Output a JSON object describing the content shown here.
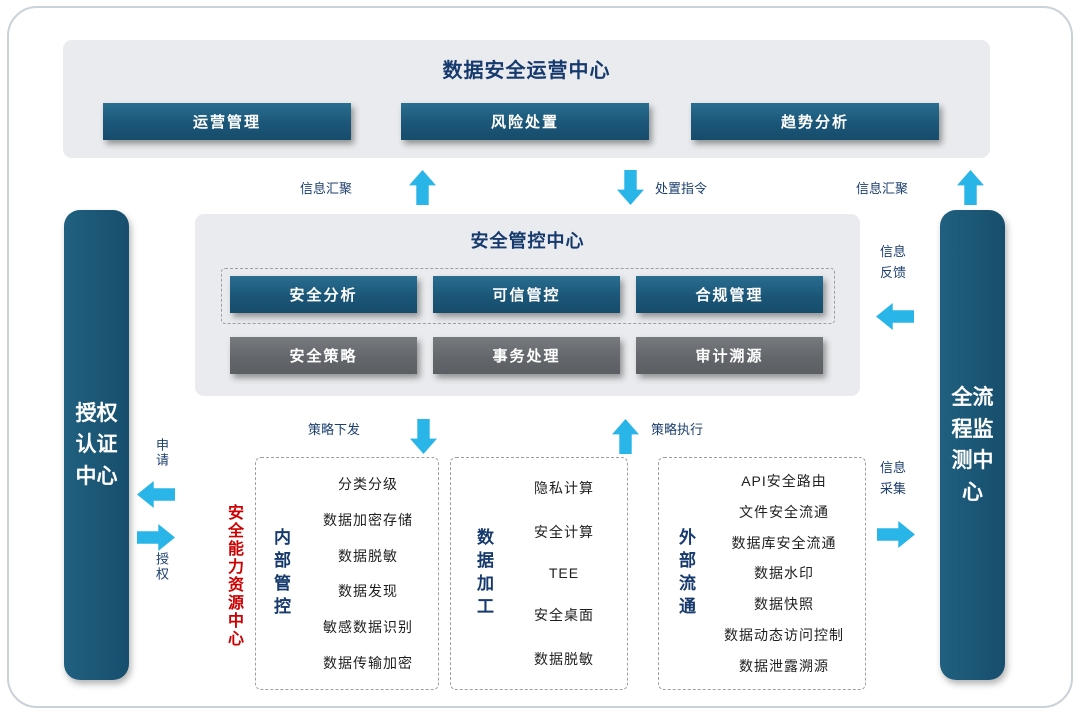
{
  "colors": {
    "dark_teal": "#1b5878",
    "dark_gray": "#666a6e",
    "arrow_cyan": "#2ab5e8",
    "navy_text": "#163a6d",
    "red_text": "#cc0000",
    "panel_bg": "#e9ebee"
  },
  "operations_center": {
    "title": "数据安全运营中心",
    "buttons": [
      "运营管理",
      "风险处置",
      "趋势分析"
    ]
  },
  "control_center": {
    "title": "安全管控中心",
    "row1": [
      "安全分析",
      "可信管控",
      "合规管理"
    ],
    "row2": [
      "安全策略",
      "事务处理",
      "审计溯源"
    ]
  },
  "left_pillar": {
    "label": "授权认证中心"
  },
  "right_pillar": {
    "label": "全流程监测中心"
  },
  "capability_center_label": "安全能力资源中心",
  "capability_groups": [
    {
      "label": "内部管控",
      "items": [
        "分类分级",
        "数据加密存储",
        "数据脱敏",
        "数据发现",
        "敏感数据识别",
        "数据传输加密"
      ]
    },
    {
      "label": "数据加工",
      "items": [
        "隐私计算",
        "安全计算",
        "TEE",
        "安全桌面",
        "数据脱敏"
      ]
    },
    {
      "label": "外部流通",
      "items": [
        "API安全路由",
        "文件安全流通",
        "数据库安全流通",
        "数据水印",
        "数据快照",
        "数据动态访问控制",
        "数据泄露溯源"
      ]
    }
  ],
  "flows": {
    "info_aggregation_left": "信息汇聚",
    "disposal_command": "处置指令",
    "info_aggregation_right": "信息汇聚",
    "info_feedback": "信息反馈",
    "policy_issue": "策略下发",
    "policy_execute": "策略执行",
    "info_collection": "信息采集",
    "apply": "申请",
    "authorize": "授权"
  }
}
